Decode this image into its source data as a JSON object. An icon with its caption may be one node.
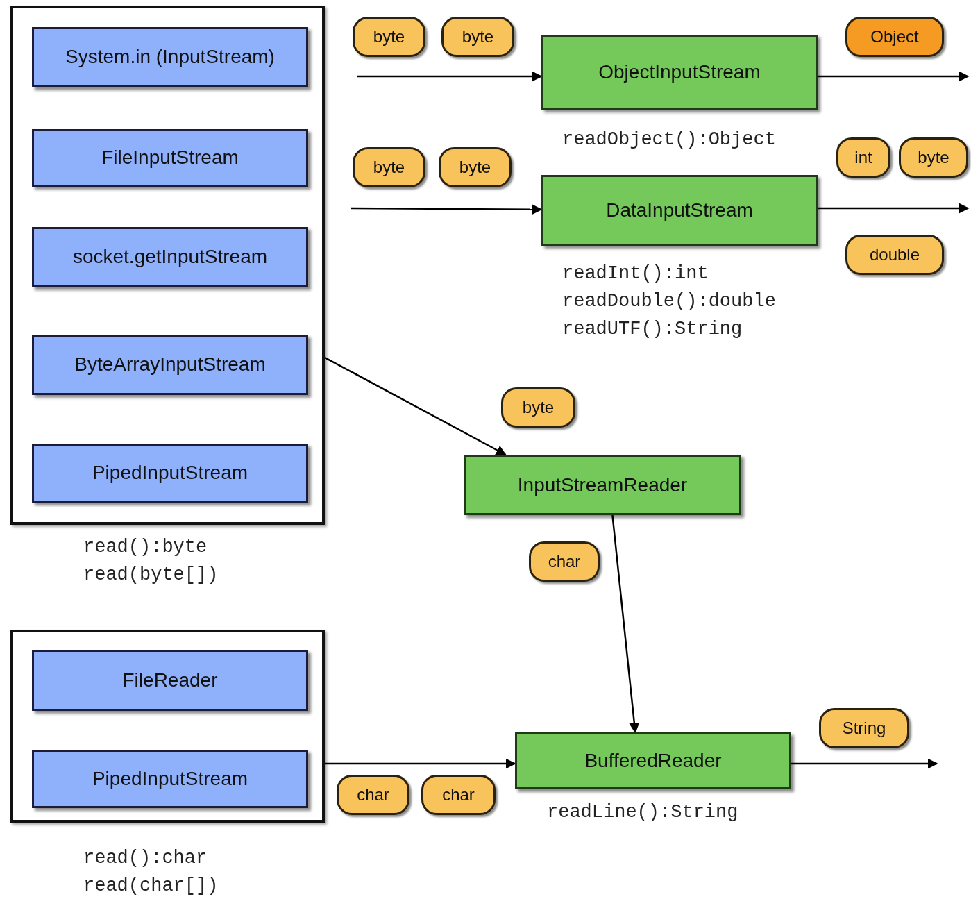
{
  "diagram": {
    "nodes": [
      {
        "text": [],
        "shape": "box",
        "beside": [
          "read():byte",
          "read(byte[])"
        ]
      },
      {
        "text": [
          "System.in (InputStream)"
        ],
        "in": 0
      },
      {
        "text": [
          "FileInputStream"
        ],
        "in": 0
      },
      {
        "text": [
          "socket.getInputStream"
        ],
        "in": 0
      },
      {
        "text": [
          "ByteArrayInputStream"
        ],
        "in": 0
      },
      {
        "text": [
          "PipedInputStream"
        ],
        "in": 0
      },
      {
        "text": [],
        "shape": "box",
        "beside": [
          "read():char",
          "read(char[])"
        ]
      },
      {
        "text": [
          "FileReader"
        ],
        "in": 6
      },
      {
        "text": [
          "PipedInputStream"
        ],
        "in": 6
      },
      {
        "text": [
          "ObjectInputStream"
        ],
        "beside": [
          "readObject():Object"
        ]
      },
      {
        "text": [
          "DataInputStream"
        ],
        "beside": [
          "readInt():int",
          "readDouble():double",
          "readUTF():String"
        ]
      },
      {
        "text": [
          "InputStreamReader"
        ]
      },
      {
        "text": [
          "BufferedReader"
        ],
        "beside": [
          "readLine():String"
        ]
      },
      {
        "text": [
          "byte"
        ]
      },
      {
        "text": [
          "byte"
        ]
      },
      {
        "text": [
          "Object"
        ]
      },
      {
        "text": [
          "byte"
        ]
      },
      {
        "text": [
          "byte"
        ]
      },
      {
        "text": [
          "int"
        ]
      },
      {
        "text": [
          "byte"
        ]
      },
      {
        "text": [
          "double"
        ]
      },
      {
        "text": [
          "byte"
        ]
      },
      {
        "text": [
          "char"
        ]
      },
      {
        "text": [
          "String"
        ]
      },
      {
        "text": [
          "char"
        ]
      },
      {
        "text": [
          "char"
        ]
      }
    ],
    "edges": [
      {
        "from": null,
        "to": 9,
        "arrow": "to"
      },
      {
        "from": 9,
        "to": null,
        "arrow": "to"
      },
      {
        "from": null,
        "to": 10,
        "arrow": "to"
      },
      {
        "from": 10,
        "to": null,
        "arrow": "to"
      },
      {
        "from": 0,
        "to": 11,
        "arrow": "to"
      },
      {
        "from": 11,
        "to": 12,
        "arrow": "to"
      },
      {
        "from": 6,
        "to": 12,
        "arrow": "to"
      },
      {
        "from": 12,
        "to": null,
        "arrow": "to"
      }
    ]
  }
}
